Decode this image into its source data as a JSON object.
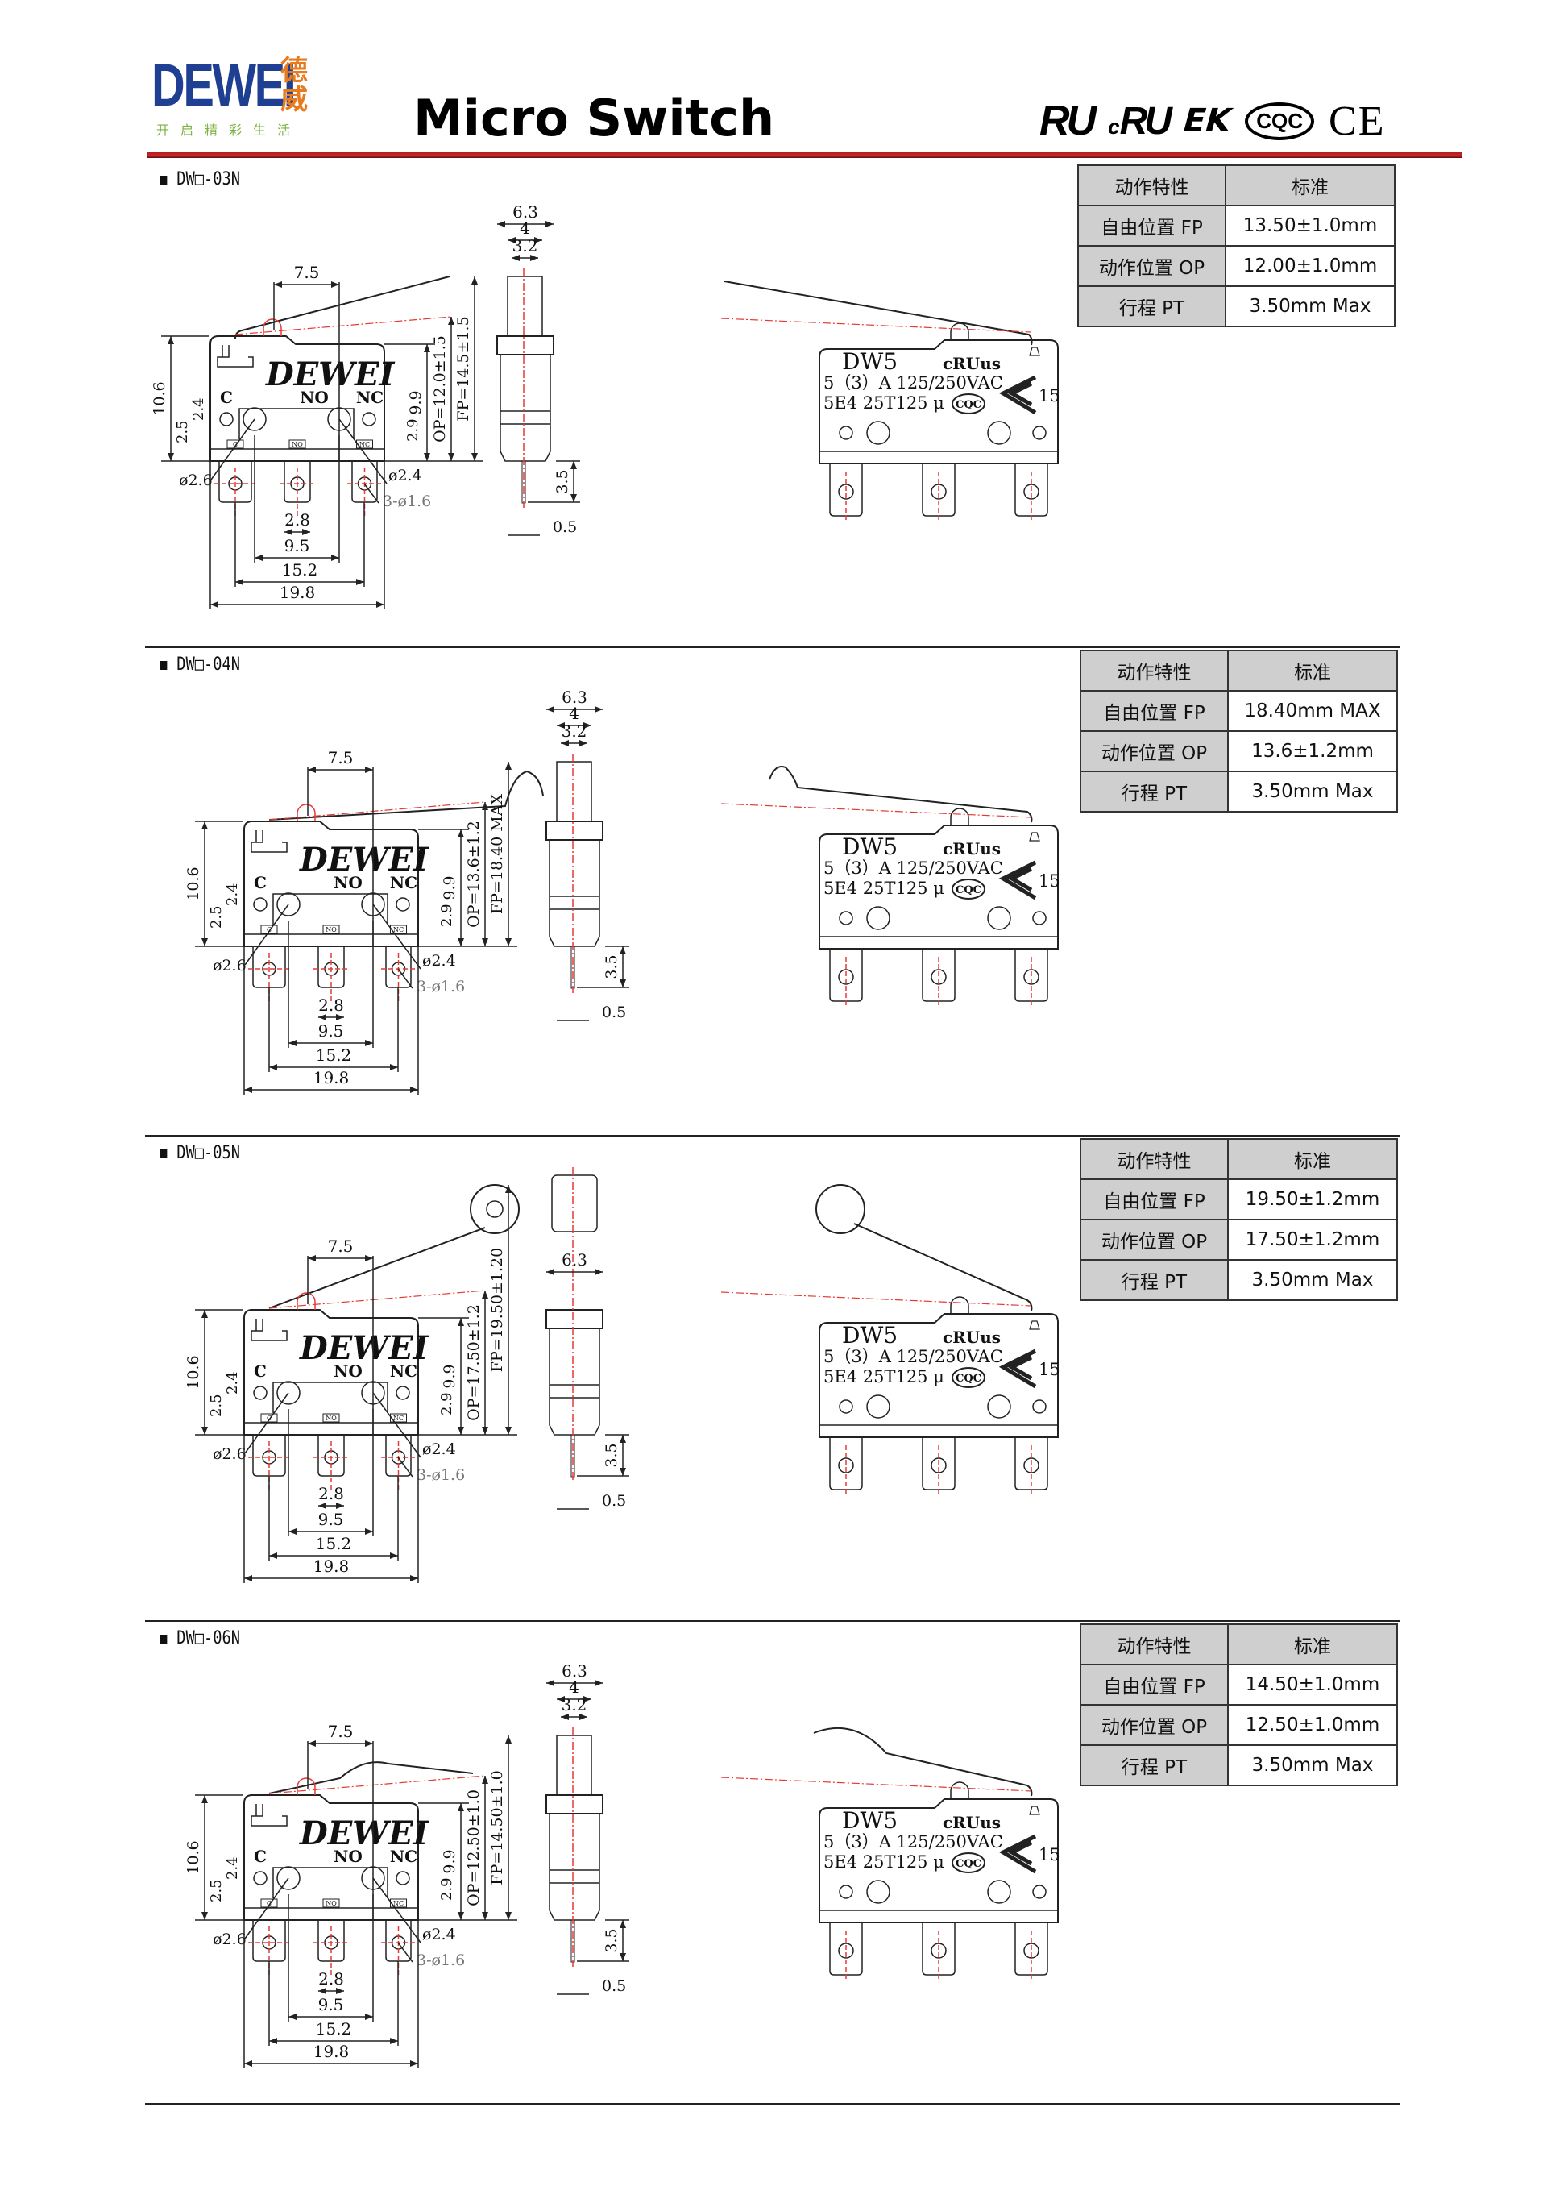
{
  "header": {
    "logo": {
      "word": "DEWEI",
      "cn": "德威",
      "slogan": "开启精彩生活"
    },
    "title": "Micro Switch",
    "certifications": [
      {
        "icon": "ur-mark-icon",
        "text": "RU"
      },
      {
        "icon": "cur-mark-icon",
        "text": "RU",
        "prefix": "c"
      },
      {
        "icon": "enec-mark-icon",
        "text": "EK"
      },
      {
        "icon": "cqc-mark-icon",
        "text": "CQC"
      },
      {
        "icon": "ce-mark-icon",
        "text": "CE"
      }
    ]
  },
  "colors": {
    "brand_blue": "#1f3f93",
    "brand_orange": "#e77b1f",
    "accent_red": "#c62828",
    "centerline": "#e53935"
  },
  "drawing_common": {
    "terminals": [
      "C",
      "NO",
      "NC"
    ],
    "body_brand": "DEWEI",
    "pcb_labels": [
      "C",
      "NO",
      "NC"
    ],
    "dims": {
      "height": "10.6",
      "lever_pos": "7.5",
      "body_h": "9.9",
      "d1": "2.4",
      "d2": "2.5",
      "d3": "2.9",
      "hole_c": "ø2.6",
      "hole_nc": "ø2.4",
      "term_holes": "3-ø1.6",
      "term_w": "2.8",
      "p1": "9.5",
      "p2": "15.2",
      "width": "19.8",
      "side_w": "6.3",
      "side_4": "4",
      "side_32": "3.2",
      "pin_len": "3.5",
      "pin_w": "0.5"
    },
    "marking": {
      "model": "DW5",
      "line1": "5（3）A 125/250VAC",
      "line2": "5E4  25T125 μ",
      "ul": "cRUus",
      "cqc": "CQC",
      "enec_no": "15"
    }
  },
  "sections": [
    {
      "model": "DW□-03N",
      "lever": "straight",
      "op_label": "OP=12.0±1.5",
      "fp_label": "FP=14.5±1.5",
      "table": {
        "header": [
          "动作特性",
          "标准"
        ],
        "rows": [
          [
            "自由位置 FP",
            "13.50±1.0mm"
          ],
          [
            "动作位置 OP",
            "12.00±1.0mm"
          ],
          [
            "行程 PT",
            "3.50mm Max"
          ]
        ]
      }
    },
    {
      "model": "DW□-04N",
      "lever": "hook",
      "op_label": "OP=13.6±1.2",
      "fp_label": "FP=18.40 MAX",
      "table": {
        "header": [
          "动作特性",
          "标准"
        ],
        "rows": [
          [
            "自由位置 FP",
            "18.40mm MAX"
          ],
          [
            "动作位置 OP",
            "13.6±1.2mm"
          ],
          [
            "行程 PT",
            "3.50mm Max"
          ]
        ]
      }
    },
    {
      "model": "DW□-05N",
      "lever": "roller",
      "op_label": "OP=17.50±1.2",
      "fp_label": "FP=19.50±1.20",
      "table": {
        "header": [
          "动作特性",
          "标准"
        ],
        "rows": [
          [
            "自由位置 FP",
            "19.50±1.2mm"
          ],
          [
            "动作位置 OP",
            "17.50±1.2mm"
          ],
          [
            "行程 PT",
            "3.50mm Max"
          ]
        ]
      }
    },
    {
      "model": "DW□-06N",
      "lever": "curved",
      "op_label": "OP=12.50±1.0",
      "fp_label": "FP=14.50±1.0",
      "table": {
        "header": [
          "动作特性",
          "标准"
        ],
        "rows": [
          [
            "自由位置 FP",
            "14.50±1.0mm"
          ],
          [
            "动作位置 OP",
            "12.50±1.0mm"
          ],
          [
            "行程 PT",
            "3.50mm Max"
          ]
        ]
      }
    }
  ]
}
